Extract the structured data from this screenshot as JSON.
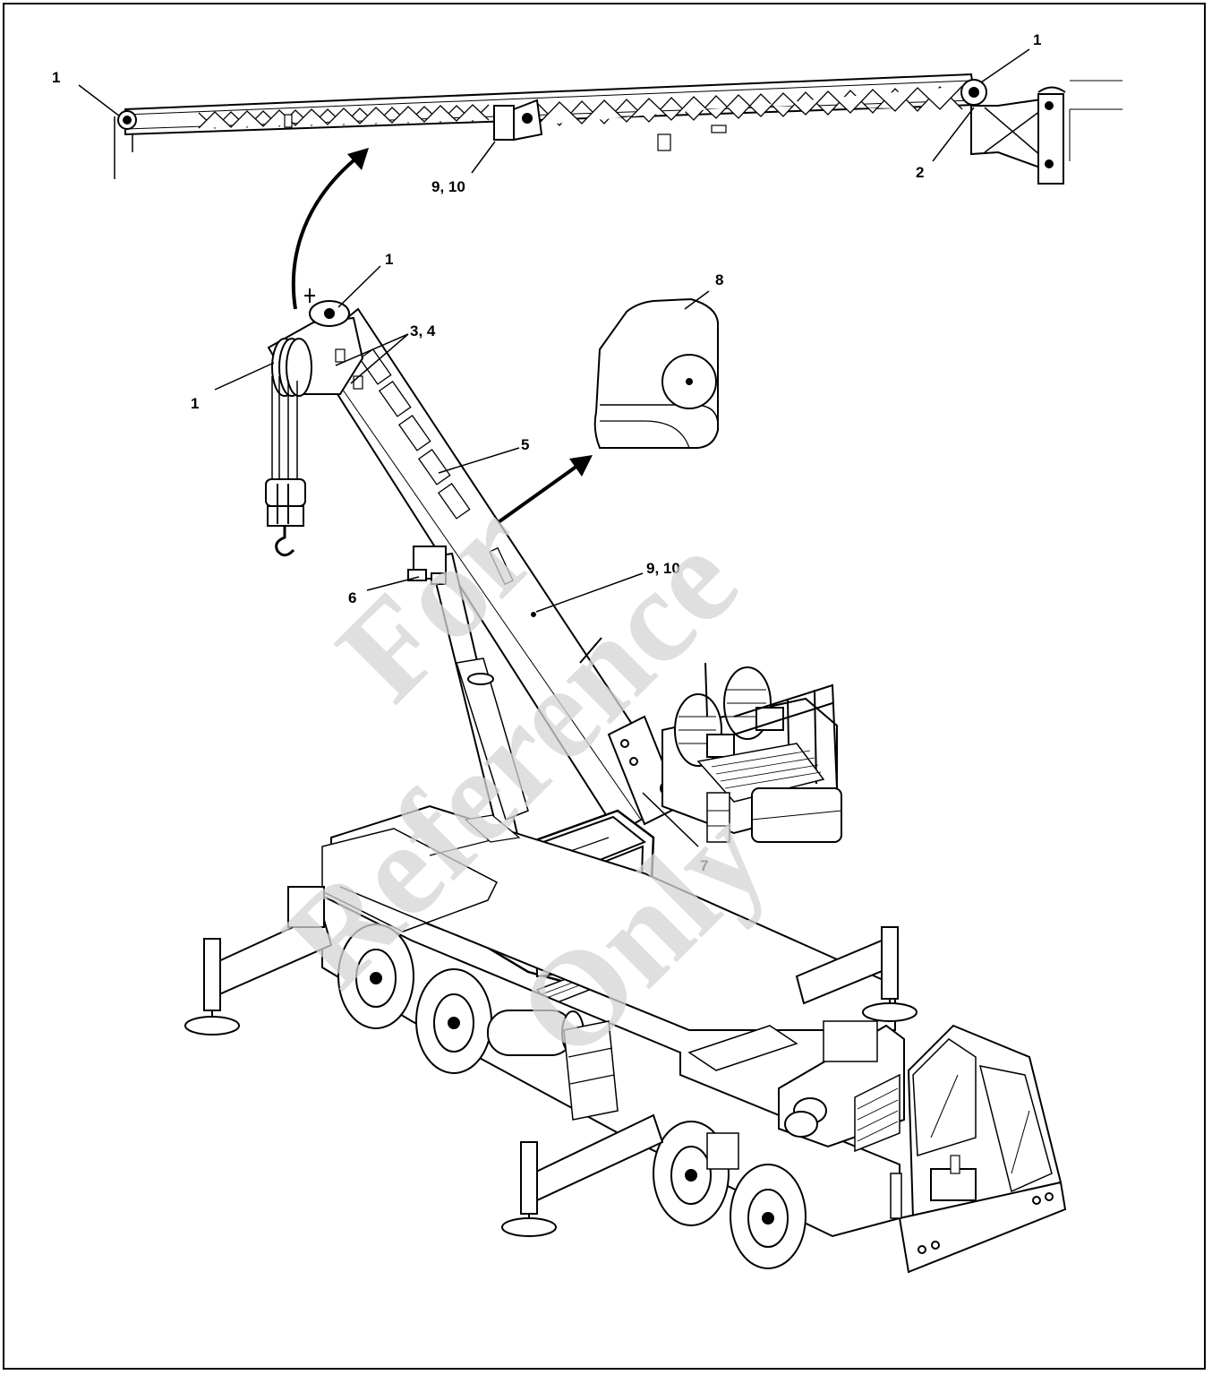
{
  "watermark": {
    "line1": "For",
    "line2": "Reference",
    "line3": "Only"
  },
  "callouts": {
    "c1_boom_ext_left": "1",
    "c1_boom_ext_right": "1",
    "c2_boom_ext": "2",
    "c910_boom_ext": "9, 10",
    "c1_boom_top": "1",
    "c1_boom_sheave": "1",
    "c34": "3, 4",
    "c8": "8",
    "c5": "5",
    "c6": "6",
    "c910_boom": "9, 10",
    "c7": "7"
  },
  "colors": {
    "line": "#000000",
    "watermark": "#d4d4d4",
    "background": "#ffffff"
  }
}
